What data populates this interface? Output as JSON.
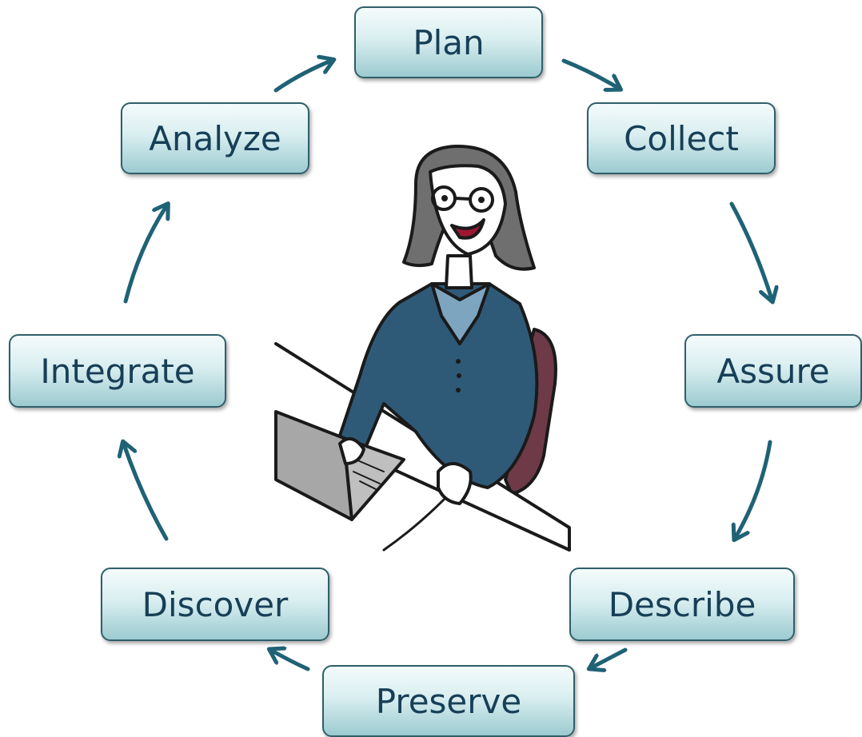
{
  "lifecycle": {
    "steps": [
      {
        "id": "plan",
        "label": "Plan"
      },
      {
        "id": "collect",
        "label": "Collect"
      },
      {
        "id": "assure",
        "label": "Assure"
      },
      {
        "id": "describe",
        "label": "Describe"
      },
      {
        "id": "preserve",
        "label": "Preserve"
      },
      {
        "id": "discover",
        "label": "Discover"
      },
      {
        "id": "integrate",
        "label": "Integrate"
      },
      {
        "id": "analyze",
        "label": "Analyze"
      }
    ]
  },
  "colors": {
    "arrow": "#1f6276",
    "box_border": "#2f5f6a",
    "box_text": "#173f57",
    "sweater": "#2e5a78",
    "collar": "#7ea5bf",
    "chair": "#6e3a48",
    "laptop": "#a7a7a7",
    "hair": "#6f6f6f"
  },
  "illustration": {
    "name": "person-at-laptop"
  }
}
